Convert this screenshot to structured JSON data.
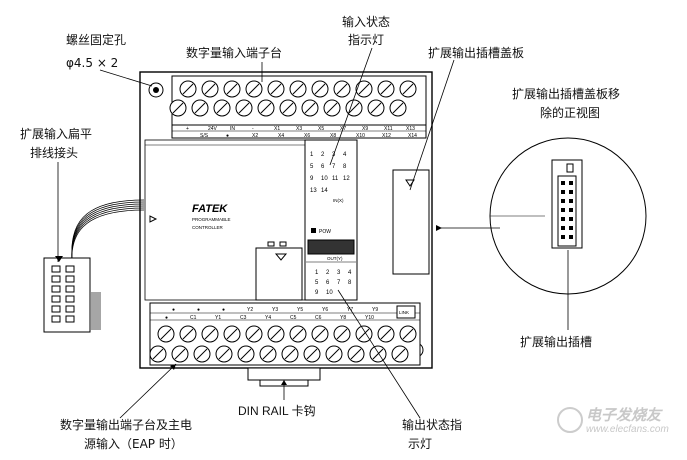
{
  "labels": {
    "mount_hole": "螺丝固定孔",
    "mount_hole_size": "φ4.5 × 2",
    "digital_input_terminal": "数字量输入端子台",
    "input_status_line1": "输入状态",
    "input_status_line2": "指示灯",
    "expansion_cover": "扩展输出插槽盖板",
    "cover_removed_line1": "扩展输出插槽盖板移",
    "cover_removed_line2": "除的正视图",
    "flat_cable_line1": "扩展输入扁平",
    "flat_cable_line2": "排线接头",
    "expansion_slot": "扩展输出插槽",
    "output_terminal_line1": "数字量输出端子台及主电",
    "output_terminal_line2": "源输入（EAP 时）",
    "din_rail": "DIN RAIL 卡钩",
    "output_status_line1": "输出状态指",
    "output_status_line2": "示灯"
  },
  "plc": {
    "brand": "FATEK",
    "subtitle_line1": "PROGRAMMABLE",
    "subtitle_line2": "CONTROLLER",
    "pow_label": "POW",
    "in_label": "IN(X)",
    "out_label": "OUT(Y)",
    "input_leds": [
      "1",
      "2",
      "3",
      "4",
      "5",
      "6",
      "7",
      "8",
      "9",
      "10",
      "11",
      "12",
      "13",
      "14"
    ],
    "output_leds": [
      "1",
      "2",
      "3",
      "4",
      "5",
      "6",
      "7",
      "8",
      "9",
      "10"
    ],
    "top_terminals_row1": [
      "+",
      "24V",
      "IN",
      "-",
      "X1",
      "X3",
      "X5",
      "X7",
      "X9",
      "X11",
      "X13"
    ],
    "top_terminals_row2": [
      "S/S",
      "●",
      "X2",
      "X4",
      "X6",
      "X8",
      "X10",
      "X12",
      "X14"
    ],
    "bottom_terminals_row1": [
      "●",
      "●",
      "●",
      "Y2",
      "Y3",
      "Y5",
      "Y6",
      "Y7",
      "Y9"
    ],
    "bottom_terminals_row2": [
      "●",
      "C1",
      "Y1",
      "C3",
      "Y4",
      "C5",
      "C6",
      "Y8",
      "Y10"
    ],
    "corner_tag": "LINK"
  },
  "watermark": {
    "cn": "电子发烧友",
    "url": "www.elecfans.com"
  }
}
